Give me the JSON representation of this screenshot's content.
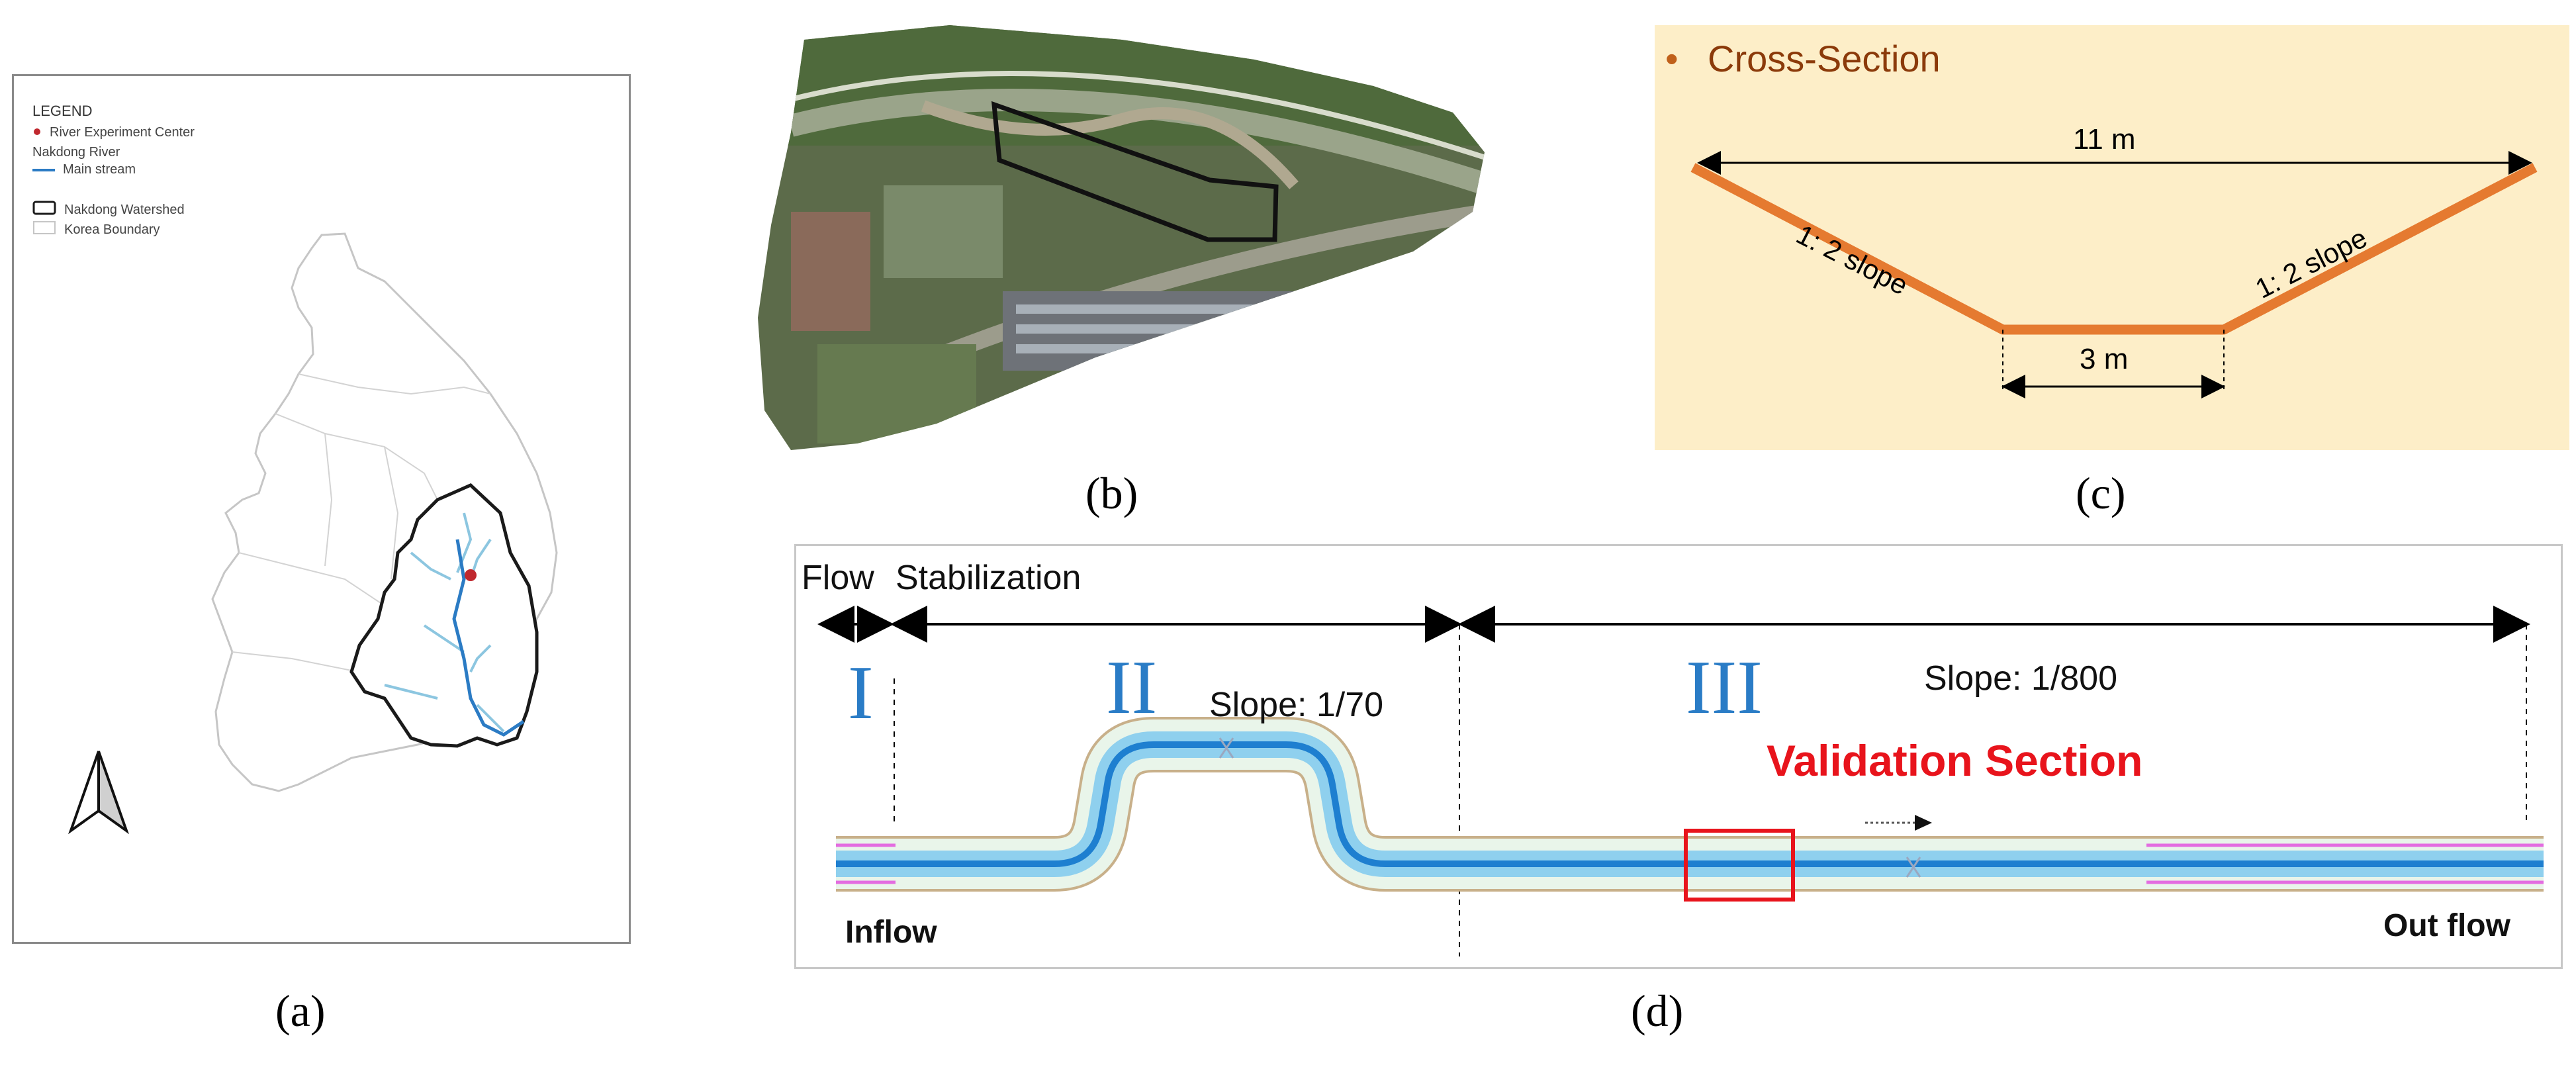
{
  "captions": {
    "a": "(a)",
    "b": "(b)",
    "c": "(c)",
    "d": "(d)"
  },
  "panel_a": {
    "legend_title": "LEGEND",
    "items": {
      "experiment_center": "River Experiment Center",
      "nakdong_river": "Nakdong River",
      "main_stream": "Main stream",
      "watershed": "Nakdong Watershed",
      "korea_boundary": "Korea Boundary"
    },
    "colors": {
      "experiment_center": "#c0282e",
      "main_stream": "#2b7bc4",
      "tributary": "#8cc6e0",
      "watershed": "#1a1a1a",
      "korea_boundary": "#c6c6c6"
    }
  },
  "panel_c": {
    "title": "Cross-Section",
    "bullet": "•",
    "top_width": "11  m",
    "bottom_width": "3  m",
    "left_slope": "1:  2  slope",
    "right_slope": "1:  2  slope",
    "colors": {
      "background": "#fdeec8",
      "channel": "#e57a30",
      "title": "#8b3a0a"
    }
  },
  "panel_d": {
    "flow": "Flow",
    "stabilization": "Stabilization",
    "section_1": "I",
    "section_2": "II",
    "section_3": "III",
    "slope_2": "Slope:  1/70",
    "slope_3": "Slope:  1/800",
    "validation": "Validation Section",
    "inflow": "Inflow",
    "outflow": "Out  flow",
    "colors": {
      "roman": "#2a7cc6",
      "validation": "#e8141c",
      "channel_core": "#1e7fd0",
      "channel_light": "#8fd0ee",
      "bank": "#c8b08a",
      "pink": "#e36de0"
    }
  }
}
